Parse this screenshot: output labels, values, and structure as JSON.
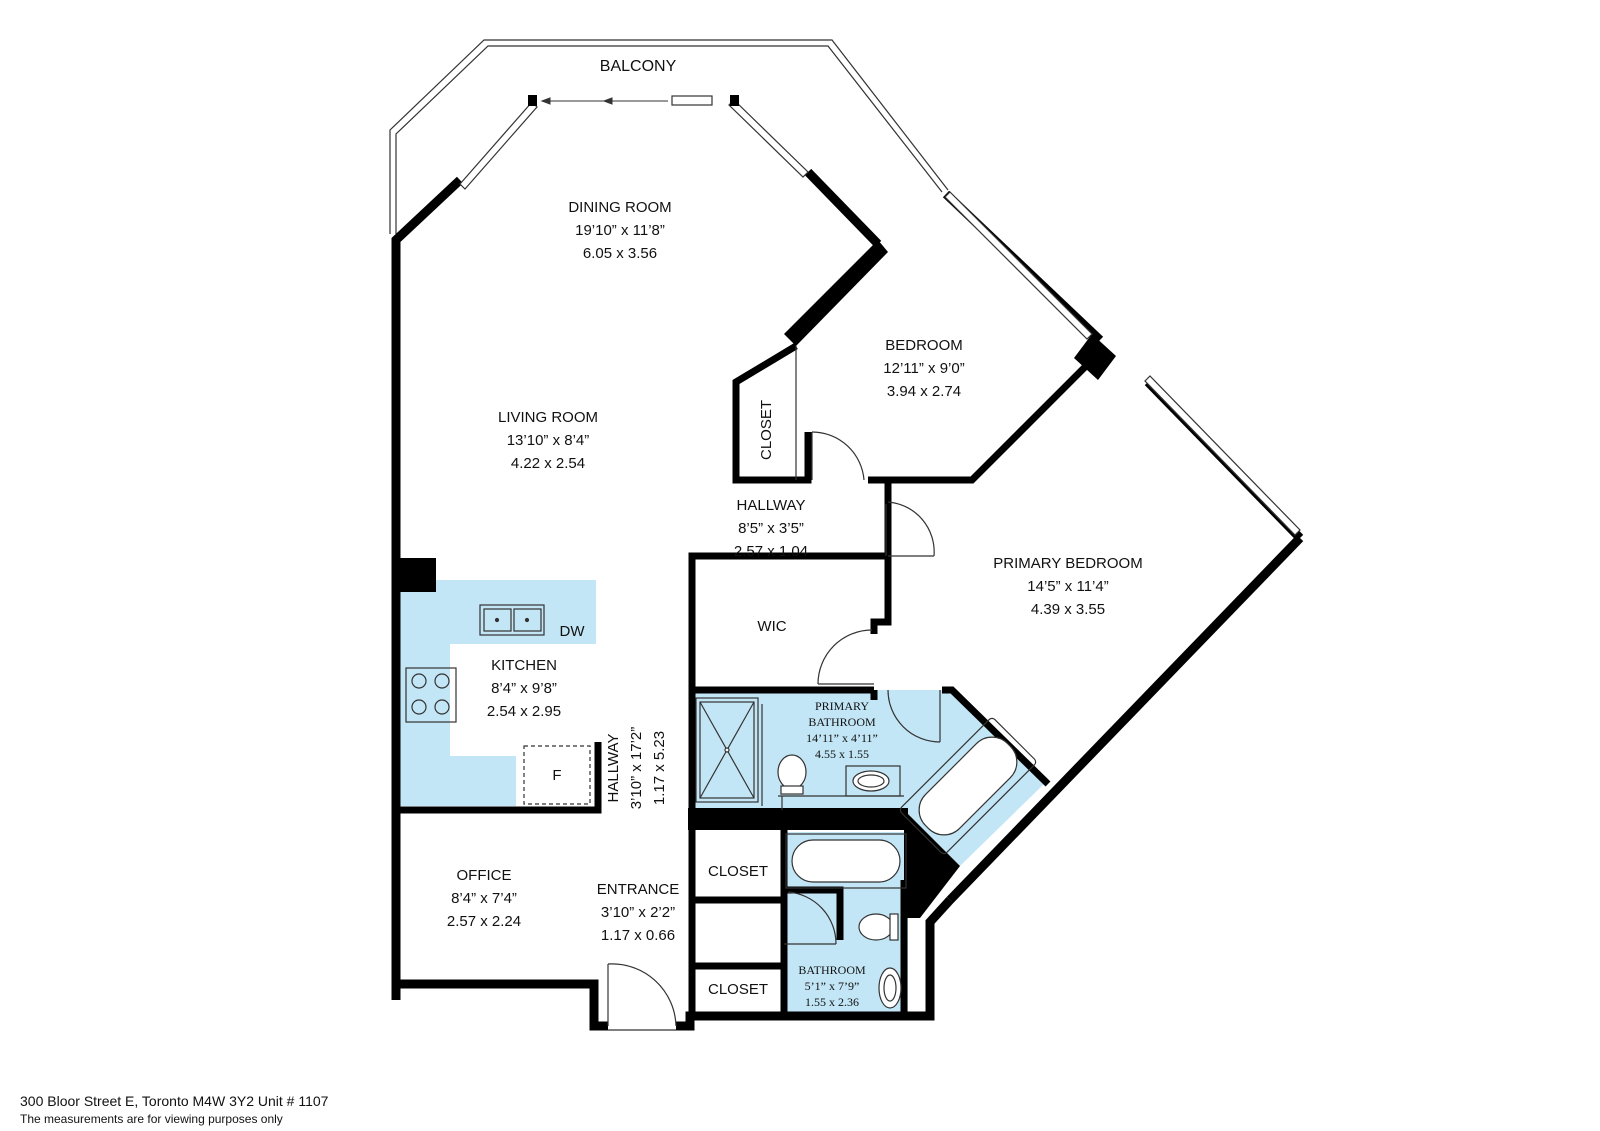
{
  "colors": {
    "wall": "#000000",
    "wet_area": "#c3e6f6",
    "background": "#ffffff"
  },
  "rooms": {
    "balcony": {
      "name": "BALCONY"
    },
    "dining": {
      "name": "DINING ROOM",
      "imperial": "19’10” x 11’8”",
      "metric": "6.05 x 3.56"
    },
    "living": {
      "name": "LIVING ROOM",
      "imperial": "13’10” x 8’4”",
      "metric": "4.22 x 2.54"
    },
    "bedroom": {
      "name": "BEDROOM",
      "imperial": "12’11” x 9’0”",
      "metric": "3.94 x 2.74"
    },
    "closet_bedroom": {
      "name": "CLOSET"
    },
    "hallway_upper": {
      "name": "HALLWAY",
      "imperial": "8’5” x 3’5”",
      "metric": "2.57 x 1.04"
    },
    "primary_bedroom": {
      "name": "PRIMARY BEDROOM",
      "imperial": "14’5” x 11’4”",
      "metric": "4.39 x 3.55"
    },
    "wic": {
      "name": "WIC"
    },
    "kitchen": {
      "name": "KITCHEN",
      "imperial": "8’4” x 9’8”",
      "metric": "2.54 x 2.95",
      "dw": "DW",
      "fridge": "F"
    },
    "hallway_vertical": {
      "name": "HALLWAY",
      "imperial": "3’10” x 17’2”",
      "metric": "1.17 x 5.23"
    },
    "primary_bathroom": {
      "name_line1": "PRIMARY",
      "name_line2": "BATHROOM",
      "imperial": "14’11” x 4’11”",
      "metric": "4.55 x 1.55"
    },
    "office": {
      "name": "OFFICE",
      "imperial": "8’4” x 7’4”",
      "metric": "2.57 x 2.24"
    },
    "entrance": {
      "name": "ENTRANCE",
      "imperial": "3’10” x 2’2”",
      "metric": "1.17 x 0.66"
    },
    "closet_upper": {
      "name": "CLOSET"
    },
    "closet_lower": {
      "name": "CLOSET"
    },
    "bathroom": {
      "name": "BATHROOM",
      "imperial": "5’1” x 7’9”",
      "metric": "1.55 x 2.36"
    }
  },
  "footer": {
    "address": "300 Bloor Street E, Toronto M4W 3Y2 Unit # 1107",
    "disclaimer": "The measurements are for viewing purposes only"
  }
}
